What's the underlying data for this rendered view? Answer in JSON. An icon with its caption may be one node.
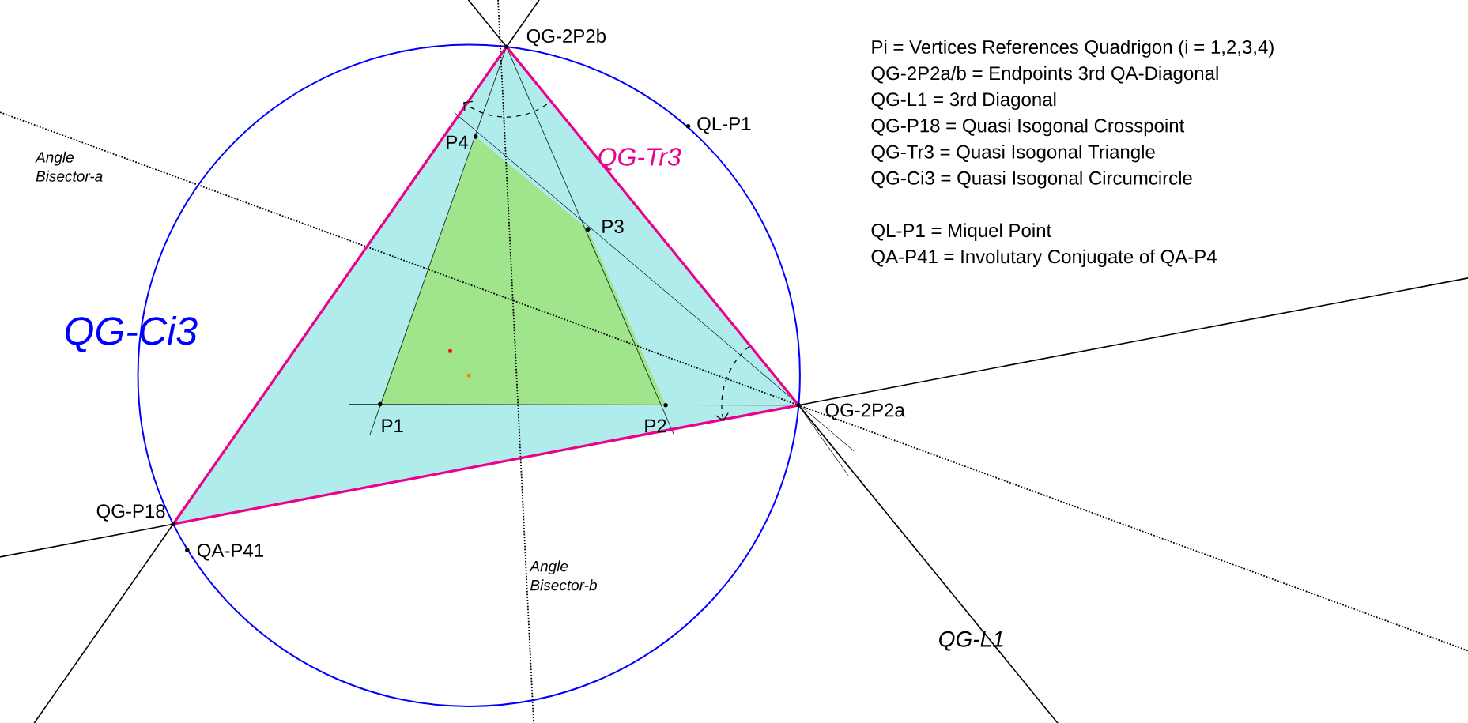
{
  "diagram": {
    "labels": [
      "Pi = Vertices References Quadrigon (i = 1,2,3,4)",
      "QG-2P2a/b = Endpoints 3rd QA-Diagonal",
      "QG-L1 = 3rd Diagonal",
      "QG-P18 = Quasi Isogonal Crosspoint",
      "QG-Tr3 = Quasi Isogonal Triangle",
      "QG-Ci3 = Quasi Isogonal Circumcircle",
      "QL-P1 = Miquel Point",
      "QA-P41 = Involutary Conjugate of QA-P4",
      "QG-2P2b",
      "QL-P1",
      "Angle Bisector-a",
      "P4",
      "QG-Tr3",
      "P3",
      "QG-Ci3",
      "P1",
      "P2",
      "QG-2P2a",
      "QG-P18",
      "QA-P41",
      "Angle Bisector-b",
      "QG-L1"
    ]
  }
}
